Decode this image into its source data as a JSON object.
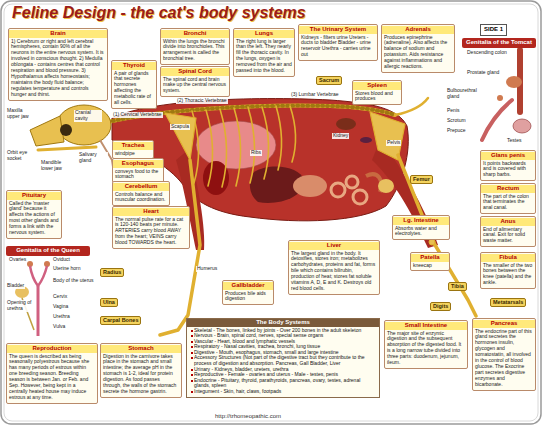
{
  "diagram": {
    "title": "Feline Design - the cat's body systems",
    "caption": "http://trhomeopathic.com",
    "nodes": [
      {
        "text": [
          "Brain",
          "1) Cerebrum or right and left cerebral hemispheres, contain 90% of all the neurons in the entire nervous system. It is involved in conscious thought. 2) Medulla oblongata - contains centres that control respiration and blood pressure. 3) Hypothalamus affects homeostasis; maintains the body fluid balance; regulates temperature and controls hunger and thirst."
        ]
      },
      {
        "text": [
          "Bronchi",
          "Within the lungs the bronchi divide into bronchioles. This arrangement is called the bronchial tree."
        ]
      },
      {
        "text": [
          "Lungs",
          "The right lung is larger than the left. They nearly fill the thoracic cavity. In the lungs, oxygen is removed from the air and passed into the blood."
        ]
      },
      {
        "text": [
          "The Urinary System",
          "Kidneys - filters urine Ureters - ducts to bladder Bladder - urine reservoir Urethra - carries urine out"
        ]
      },
      {
        "text": [
          "Adrenals",
          "Produces epinephrine (adrenaline). Also affects the balance of sodium and potassium. Aids resistance against inflammations and allergic reactions."
        ]
      },
      {
        "text": [
          "SIDE 1"
        ]
      },
      {
        "text": [
          "Genitalia of the Tomcat"
        ]
      },
      {
        "text": [
          "Thyroid",
          "A pair of glands that secrete hormones affecting the metabolic rate of all cells."
        ]
      },
      {
        "text": [
          "Spinal Cord",
          "The spinal cord and brain make up the central nervous system."
        ]
      },
      {
        "text": [
          "Spleen",
          "Stores blood and produces"
        ]
      },
      {
        "text": [
          "Trachea",
          "windpipe"
        ]
      },
      {
        "text": [
          "Esophagus",
          "conveys food to the stomach"
        ]
      },
      {
        "text": [
          "Glans penis",
          "It points backwards and is covered with sharp barbs."
        ]
      },
      {
        "text": [
          "Pituitary",
          "Called the 'master gland' because it affects the actions of most other glands and forms a link with the nervous system."
        ]
      },
      {
        "text": [
          "Cerebellum",
          "Controls balance and muscular coordination."
        ]
      },
      {
        "text": [
          "Lg. Intestine",
          "Absorbs water and electrolytes."
        ]
      },
      {
        "text": [
          "Rectum",
          "The part of the colon that terminates the anal canal."
        ]
      },
      {
        "text": [
          "Heart",
          "The normal pulse rate for a cat is 120-140 beats per minute. ARTERIES carry blood AWAY from the heart; VEINS carry blood TOWARDS the heart."
        ]
      },
      {
        "text": [
          "Anus",
          "End of alimentary canal. Exit for solid waste matter."
        ]
      },
      {
        "text": [
          "Genitalia of the Queen"
        ]
      },
      {
        "text": [
          "Liver",
          "The largest gland in the body. It detoxifies, stores iron; metabolizes carbohydrates, proteins and fat, forms bile which contains bilirubin, production of heat; stores fat soluble vitamins A, D, E and K. Destroys old red blood cells."
        ]
      },
      {
        "text": [
          "Patella",
          "kneecap"
        ]
      },
      {
        "text": [
          "Fibula",
          "The smaller of the two bones between the knee (patella) and the ankle."
        ]
      },
      {
        "text": [
          "Gallbladder",
          "Produces bile aids digestion"
        ]
      },
      {
        "text": [
          "Radius"
        ]
      },
      {
        "text": [
          "Ulna"
        ]
      },
      {
        "text": [
          "Carpal Bones"
        ]
      },
      {
        "text": [
          "Tibia"
        ]
      },
      {
        "text": [
          "Metatarsals"
        ]
      },
      {
        "text": [
          "Digits"
        ]
      },
      {
        "text": [
          "Femur"
        ]
      },
      {
        "text": [
          "Sacrum"
        ]
      },
      {
        "text": [
          "Reproduction",
          "The queen is described as being seasonally polyestrous because she has many periods of estrous within one breeding season. Breeding season is between Jan. or Feb. and Sep. However, being kept in a centrally heated house may induce estrous at any time."
        ]
      },
      {
        "text": [
          "Stomach",
          "Digestion in the carnivore takes place in the stomach and small intestine; the average pH in the stomach is 1-2, ideal for protein digestion. As food passes through, the walls of the stomach secrete the hormone gastrin."
        ]
      },
      {
        "text": [
          "The Body Systems",
          "Skeletal - The bones, linked by joints - Over 200 bones in the adult skeleton",
          "Nervous - Brain, spinal cord, nerves, special sense organs",
          "Vascular - Heart, blood and lymphatic vessels",
          "Respiratory - Nasal cavities, trachea, bronchi, lung tissue",
          "Digestive - Mouth, esophagus, stomach, small and large intestine",
          "Accessory Structures (Not part of the digestive tract but they contribute to the process of digestion and absorption. Pancreas, Gall Bladder, Liver",
          "Urinary - Kidneys, bladder, ureters, urethra",
          "Reproductive - Female - ovaries and uterus - Male - testes, penis",
          "Endocrine - Pituitary, thyroid, parathyroids, pancreas, ovary, testes, adrenal glands, spleen",
          "Integument - Skin, hair, claws, footpads"
        ]
      },
      {
        "text": [
          "Small Intestine",
          "The major site of enzymic digestion and the subsequent absorption of the digested food. It is a long narrow tube divided into three parts: duodenum, jejunum, ileum."
        ]
      },
      {
        "text": [
          "Pancreas",
          "The endocrine part of this gland secretes the hormones insulin, glycogen and somatostatin, all involved in the control of blood glucose. The Exocrine part secretes digestive enzymes and bicarbonate."
        ]
      }
    ],
    "labels": [
      "Maxilla upper jaw",
      "Cranial cavity",
      "Orbit eye socket",
      "Mandible lower jaw",
      "Salivary gland",
      "(1) Cervical Vertebrae",
      "(2) Thoracic Vertebrae",
      "(3) Lumbar Vertebrae",
      "Scapula",
      "Ribs",
      "Kidney",
      "Pelvis",
      "Humerus",
      "Descending colon",
      "Prostate gland",
      "Bulbourethral gland",
      "Penis",
      "Scrotum",
      "Prepuce",
      "Testes",
      "Ovaries",
      "Oviduct",
      "Uterine horn",
      "Bladder",
      "Body of the uterus",
      "Cervix",
      "Opening of urethra",
      "Vagina",
      "Urethra",
      "Vulva"
    ]
  }
}
